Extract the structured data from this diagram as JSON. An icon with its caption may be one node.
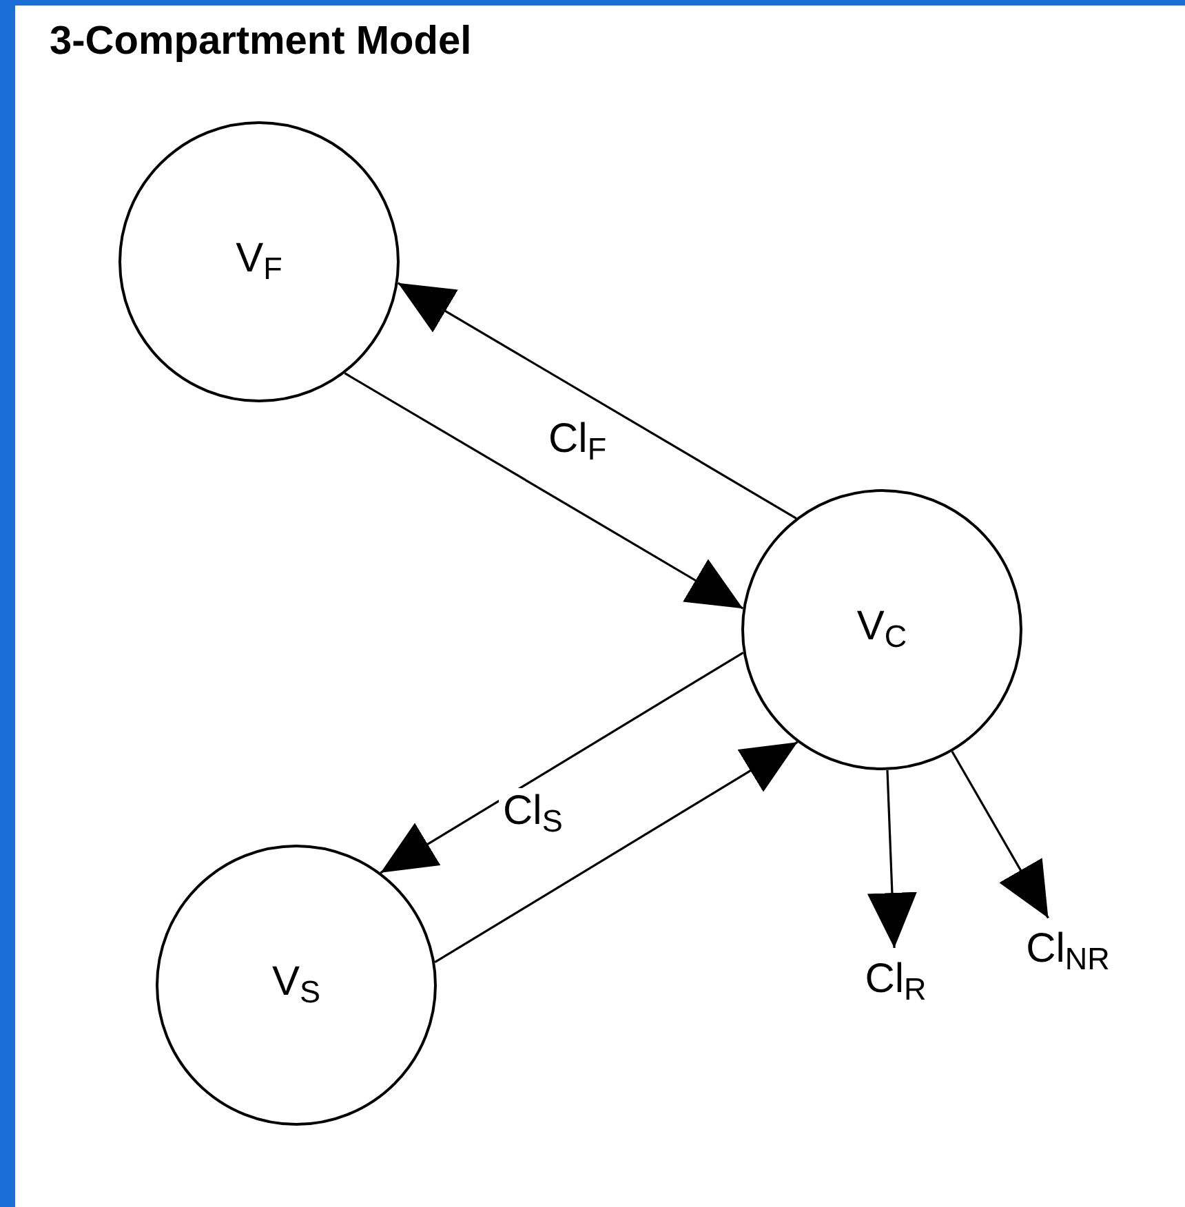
{
  "diagram": {
    "title": "3-Compartment Model",
    "nodes": [
      {
        "text": [
          "V$_{F}$"
        ]
      },
      {
        "text": [
          "V$_{C}$"
        ]
      },
      {
        "text": [
          "V$_{S}$"
        ]
      },
      {
        "text": [
          "Cl$_{R}$"
        ]
      },
      {
        "text": [
          "Cl$_{NR}$"
        ]
      }
    ],
    "edges": [
      {
        "from": 1,
        "to": 0,
        "arrow": "to"
      },
      {
        "from": 0,
        "to": 1,
        "arrow": "to",
        "label": "Cl$_{F}$"
      },
      {
        "from": 1,
        "to": 2,
        "arrow": "to",
        "label": "Cl$_{S}$"
      },
      {
        "from": 2,
        "to": 1,
        "arrow": "to"
      },
      {
        "from": 1,
        "to": 3,
        "arrow": "to"
      },
      {
        "from": 1,
        "to": 4,
        "arrow": "to"
      }
    ]
  }
}
